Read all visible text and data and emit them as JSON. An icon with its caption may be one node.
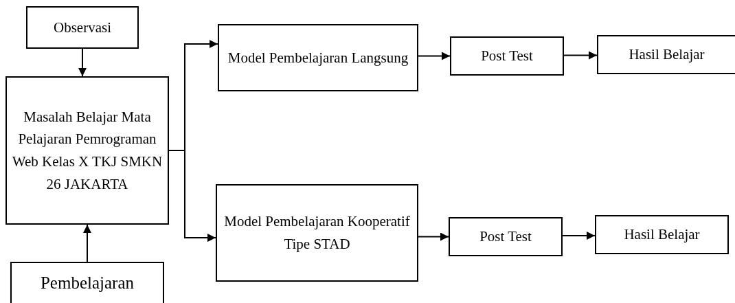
{
  "diagram": {
    "nodes": [
      {
        "text": [
          "Observasi"
        ]
      },
      {
        "text": [
          "Masalah Belajar Mata Pelajaran Pemrograman Web Kelas X TKJ SMKN 26 JAKARTA"
        ]
      },
      {
        "text": [
          "Pembelajaran"
        ]
      },
      {
        "text": [
          "Model Pembelajaran Langsung"
        ]
      },
      {
        "text": [
          "Model Pembelajaran Kooperatif Tipe STAD"
        ]
      },
      {
        "text": [
          "Post Test"
        ]
      },
      {
        "text": [
          "Hasil Belajar"
        ]
      },
      {
        "text": [
          "Post Test"
        ]
      },
      {
        "text": [
          "Hasil Belajar"
        ]
      }
    ],
    "edges": [
      {
        "from": 0,
        "to": 1,
        "arrow": "to"
      },
      {
        "from": 2,
        "to": 1,
        "arrow": "to"
      },
      {
        "from": 1,
        "to": 3,
        "arrow": "to"
      },
      {
        "from": 1,
        "to": 4,
        "arrow": "to"
      },
      {
        "from": 3,
        "to": 5,
        "arrow": "to"
      },
      {
        "from": 5,
        "to": 6,
        "arrow": "to"
      },
      {
        "from": 4,
        "to": 7,
        "arrow": "to"
      },
      {
        "from": 7,
        "to": 8,
        "arrow": "to"
      }
    ]
  }
}
